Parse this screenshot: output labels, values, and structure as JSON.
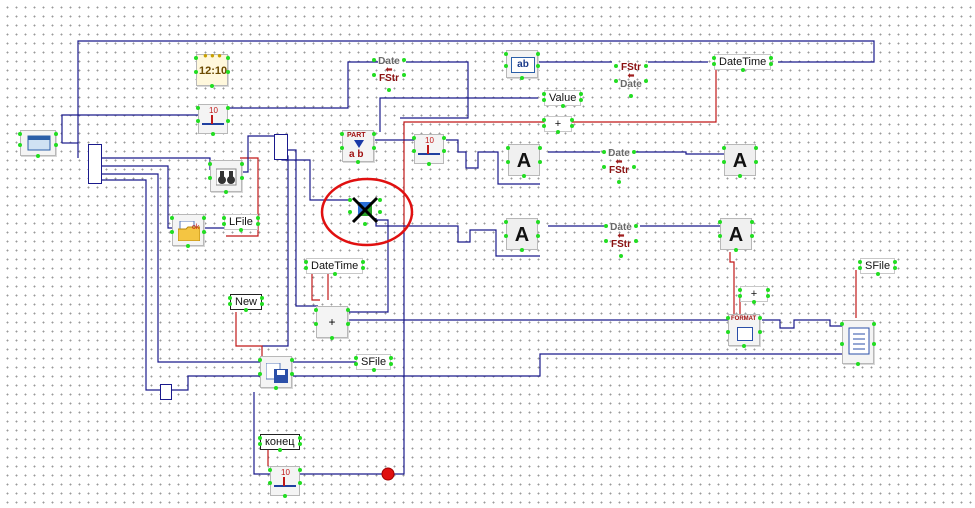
{
  "labels": {
    "date_time_top": "DateTime",
    "value": "Value",
    "plus_top": "+",
    "lfile": "LFile",
    "date_time_mid": "DateTime",
    "new": "New",
    "plus_mid": "+",
    "sfile_bottom": "SFile",
    "konec": "конец",
    "plus_right": "+",
    "sfile_right": "SFile"
  },
  "components": {
    "clock_text": "12:10",
    "date_to_fstr_1_top": "Date",
    "date_to_fstr_1_bottom": "FStr",
    "fstr_to_date_top": "FStr",
    "fstr_to_date_bottom": "Date",
    "edit_text": "ab",
    "part_text": "PART",
    "part_ab": "a b",
    "text_a_1": "A",
    "text_a_2": "A",
    "text_a_3": "A",
    "text_a_4": "A",
    "date_to_fstr_2_top": "Date",
    "date_to_fstr_2_bottom": "FStr",
    "date_to_fstr_3_top": "Date",
    "date_to_fstr_3_bottom": "FStr",
    "format_text": "FORMAT",
    "counter_ten": "10"
  },
  "colors": {
    "wire": "#1a1a8c",
    "wire_red": "#c01818",
    "pin": "#22dd22",
    "highlight_circle": "#e01010",
    "dot": "#e01010"
  }
}
